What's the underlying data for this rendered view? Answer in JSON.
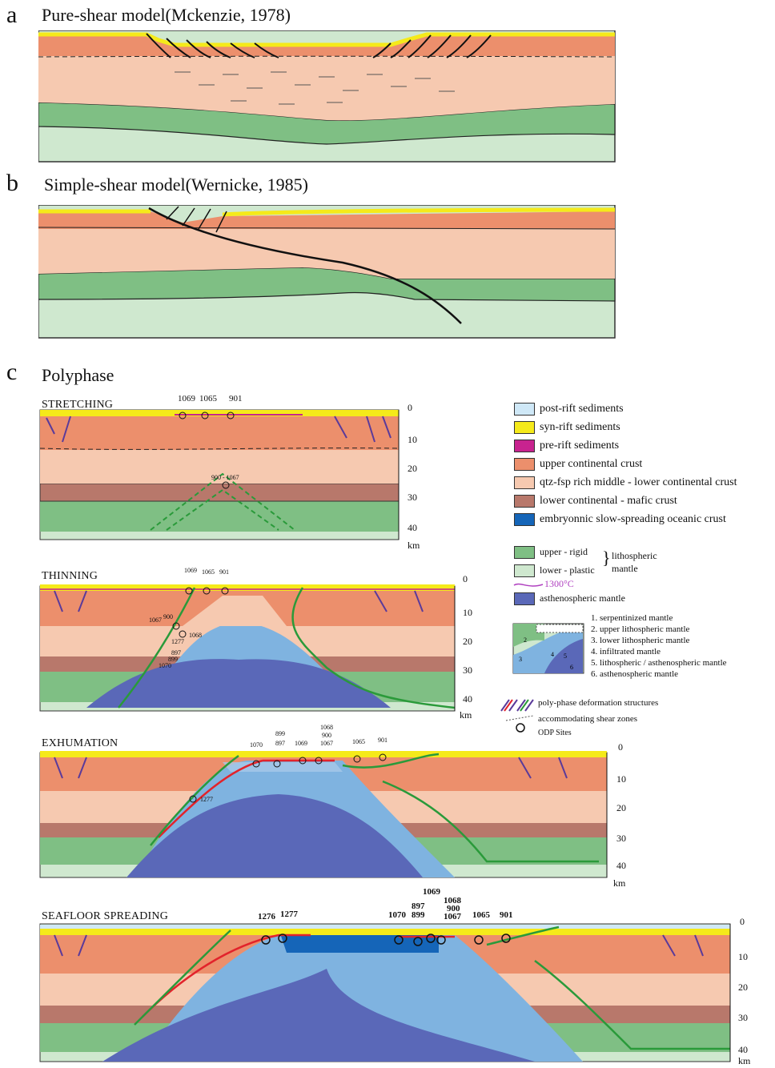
{
  "panel_a": {
    "letter": "a",
    "title": "Pure-shear model(Mckenzie, 1978)"
  },
  "panel_b": {
    "letter": "b",
    "title": "Simple-shear model(Wernicke, 1985)"
  },
  "panel_c": {
    "letter": "c",
    "title": "Polyphase"
  },
  "stages": [
    {
      "title": "STRETCHING",
      "ticks": [
        "0",
        "10",
        "20",
        "30",
        "40"
      ],
      "unit": "km",
      "sites": [
        "1069",
        "1065",
        "901",
        "900 - 1067"
      ]
    },
    {
      "title": "THINNING",
      "ticks": [
        "0",
        "10",
        "20",
        "30",
        "40"
      ],
      "unit": "km",
      "sites": [
        "1069",
        "1065",
        "901",
        "1067",
        "900",
        "1068",
        "1277",
        "897",
        "899",
        "1070"
      ]
    },
    {
      "title": "EXHUMATION",
      "ticks": [
        "0",
        "10",
        "20",
        "30",
        "40"
      ],
      "unit": "km",
      "sites": [
        "1070",
        "899",
        "897",
        "1069",
        "1068",
        "900",
        "1067",
        "1065",
        "901",
        "1277"
      ]
    },
    {
      "title": "SEAFLOOR SPREADING",
      "ticks": [
        "0",
        "10",
        "20",
        "30",
        "40"
      ],
      "unit": "km",
      "sites": [
        "1276",
        "1277",
        "1070",
        "897",
        "899",
        "1069",
        "1068",
        "900",
        "1067",
        "1065",
        "901"
      ]
    }
  ],
  "legend": {
    "layers": [
      {
        "label": "post-rift sediments",
        "color": "#cfe8f7"
      },
      {
        "label": "syn-rift sediments",
        "color": "#f5ea1a"
      },
      {
        "label": "pre-rift sediments",
        "color": "#c8238f"
      },
      {
        "label": "upper continental crust",
        "color": "#ec8f6c"
      },
      {
        "label": "qtz-fsp rich middle - lower continental crust",
        "color": "#f6c9b0"
      },
      {
        "label": "lower continental - mafic crust",
        "color": "#b8786b"
      },
      {
        "label": "embryonnic slow-spreading oceanic crust",
        "color": "#1565b8"
      }
    ],
    "mantle": [
      {
        "label": "upper - rigid",
        "color": "#7fbf84"
      },
      {
        "label": "lower - plastic",
        "color": "#cfe8cf"
      }
    ],
    "lithospheric_mantle_label": "lithospheric mantle",
    "isotherm_label": "1300°C",
    "asthenosphere": {
      "label": "asthenospheric mantle",
      "color": "#5a68b8"
    },
    "mantle_types": [
      "1. serpentinized mantle",
      "2. upper lithospheric mantle",
      "3. lower lithospheric mantle",
      "4. infiltrated mantle",
      "5. lithospheric / asthenospheric mantle",
      "6. asthenospheric mantle"
    ],
    "structures": [
      "poly-phase deformation structures",
      "accommodating shear zones",
      "ODP Sites"
    ]
  }
}
